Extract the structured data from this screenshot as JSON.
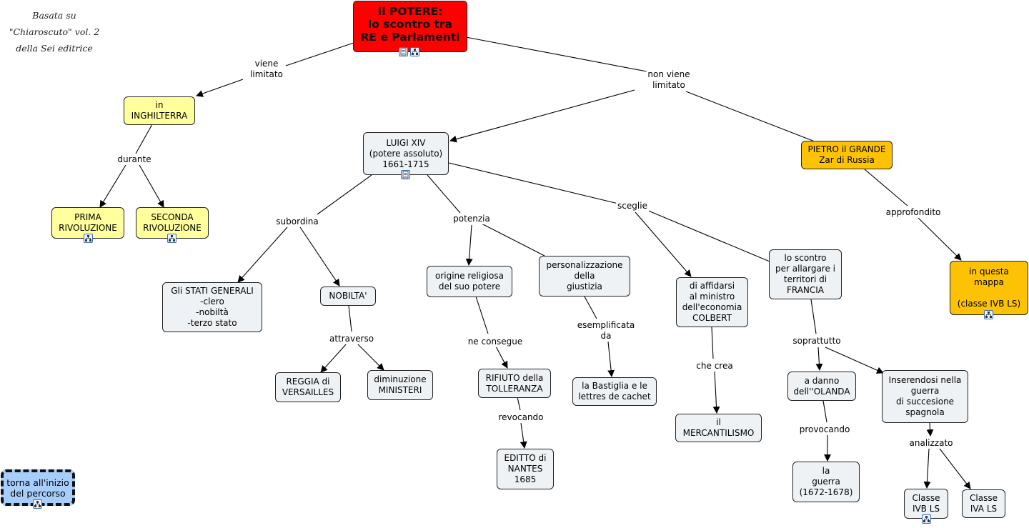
{
  "credit": "Basata su\n\"Chiaroscuto\" vol. 2\ndella Sei editrice",
  "nodes": {
    "root": "Il POTERE:\nlo scontro tra\nRE e Parlamenti",
    "inghilterra": "in\nINGHILTERRA",
    "prima": "PRIMA\nRIVOLUZIONE",
    "seconda": "SECONDA\nRIVOLUZIONE",
    "luigi": "LUIGI XIV\n(potere assoluto)\n1661-1715",
    "pietro": "PIETRO il GRANDE\nZar di Russia",
    "inquesta": "in questa\nmappa\n\n(classe IVB LS)",
    "stati": "Gli STATI GENERALI\n-clero\n-nobiltà\n-terzo stato",
    "nobilta": "NOBILTA'",
    "reggia": "REGGIA di\nVERSAILLES",
    "diminuzione": "diminuzione\nMINISTERI",
    "origine": "origine religiosa\ndel suo potere",
    "personalizzazione": "personalizzazione\ndella\ngiustizia",
    "rifiuto": "RIFIUTO della\nTOLLERANZA",
    "editto": "EDITTO di\nNANTES\n1685",
    "bastiglia": "la Bastiglia e le\nlettres de cachet",
    "affidarsi": "di affidarsi\nal ministro\ndell'economia\nCOLBERT",
    "mercantilismo": "il\nMERCANTILISMO",
    "scontro": "lo scontro\nper allargare i\nterritori di\nFRANCIA",
    "olanda": "a danno\ndell''OLANDA",
    "guerra": "la\nguerra\n(1672-1678)",
    "inserendosi": "Inserendosi nella\nguerra\ndi succesione\nspagnola",
    "ivb": "Classe\nIVB LS",
    "iva": "Classe\nIVA LS",
    "home": "torna all'inizio\ndel percorso"
  },
  "labels": {
    "viene": "viene\nlimitato",
    "nonviene": "non viene\nlimitato",
    "durante": "durante",
    "subordina": "subordina",
    "potenzia": "potenzia",
    "sceglie": "sceglie",
    "approfondito": "approfondito",
    "attraverso": "attraverso",
    "neconsegue": "ne consegue",
    "esemplificata": "esemplificata\nda",
    "checrea": "che crea",
    "soprattutto": "soprattutto",
    "revocando": "revocando",
    "provocando": "provocando",
    "analizzato": "analizzato"
  },
  "colors": {
    "root": "#ff0000",
    "default_node": "#eef2f5",
    "england_nodes": "#ffff9c",
    "russia_nodes": "#fcc203",
    "home_button": "#a7cdfb"
  }
}
